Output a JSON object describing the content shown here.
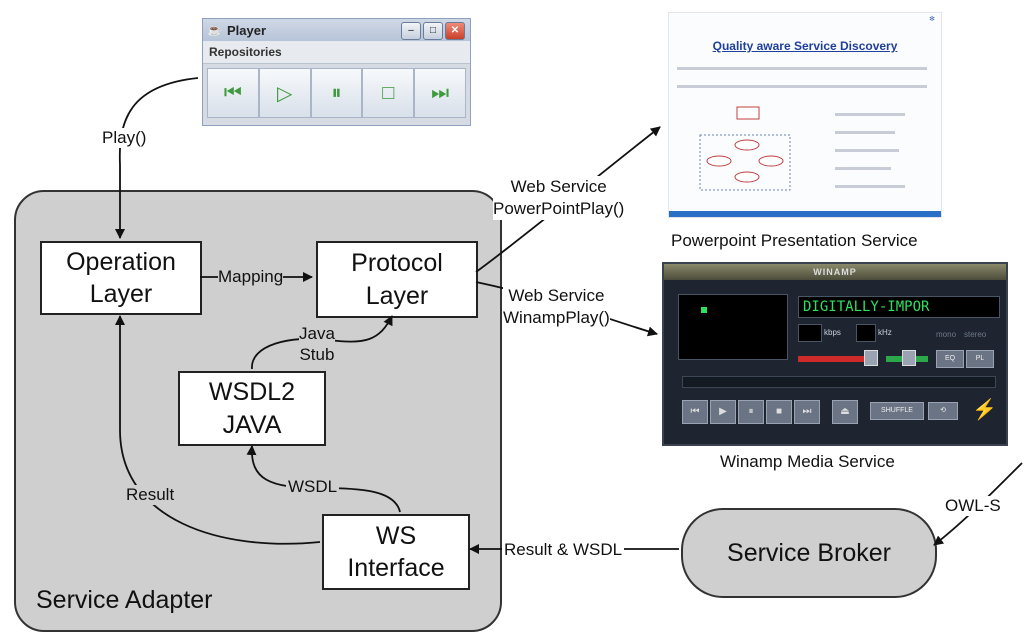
{
  "player": {
    "title": "Player",
    "menu": "Repositories",
    "controls": [
      {
        "icon": "skip-back-icon",
        "glyph": "⏮"
      },
      {
        "icon": "play-icon",
        "glyph": "▷"
      },
      {
        "icon": "pause-icon",
        "glyph": "⏸"
      },
      {
        "icon": "stop-icon",
        "glyph": "□"
      },
      {
        "icon": "skip-forward-icon",
        "glyph": "⏭"
      }
    ]
  },
  "slide": {
    "title": "Quality aware Service Discovery",
    "caption": "Powerpoint Presentation Service"
  },
  "winamp": {
    "title": "WINAMP",
    "ticker": "DIGITALLY-IMPOR",
    "kbps": "kbps",
    "khz": "kHz",
    "mono": "mono",
    "stereo": "stereo",
    "eq": "EQ",
    "pl": "PL",
    "shuffle": "SHUFFLE",
    "caption": "Winamp Media Service"
  },
  "diagram": {
    "adapter_title": "Service Adapter",
    "operation_layer": [
      "Operation",
      "Layer"
    ],
    "protocol_layer": [
      "Protocol",
      "Layer"
    ],
    "wsdl2java": [
      "WSDL2",
      "JAVA"
    ],
    "ws_interface": [
      "WS",
      "Interface"
    ],
    "service_broker": "Service Broker",
    "labels": {
      "play": "Play()",
      "mapping": "Mapping",
      "java_stub": [
        "Java",
        "Stub"
      ],
      "wsdl": "WSDL",
      "result": "Result",
      "result_wsdl": "Result & WSDL",
      "owls": "OWL-S",
      "ws_ppt": [
        "Web Service",
        "PowerPointPlay()"
      ],
      "ws_winamp": [
        "Web Service",
        "WinampPlay()"
      ]
    }
  }
}
